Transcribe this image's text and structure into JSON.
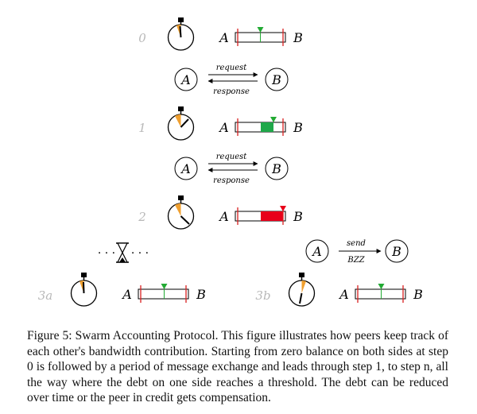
{
  "steps": {
    "s0": "0",
    "s1": "1",
    "s2": "2",
    "s3a": "3a",
    "s3b": "3b"
  },
  "nodes": {
    "a": "A",
    "b": "B"
  },
  "arrows": {
    "request": "request",
    "response": "response",
    "send": "send",
    "bzz": "BZZ"
  },
  "ellipsis": "· · ·",
  "colors": {
    "marker_green": "#22aa33",
    "fill_green": "#1fa84a",
    "fill_red": "#e8001a",
    "threshold_red": "#d92020",
    "clock_wedge": "#f0a030",
    "step_gray": "#b8b8b8"
  },
  "caption": {
    "figure_label": "Figure 5:",
    "text": "Swarm Accounting Protocol. This figure illustrates how peers keep track of each other's bandwidth contribution. Starting from zero balance on both sides at step 0 is followed by a period of message exchange and leads through step 1, to step n, all the way where the debt on one side reaches a threshold. The debt can be reduced over time or the peer in credit gets compensation."
  }
}
